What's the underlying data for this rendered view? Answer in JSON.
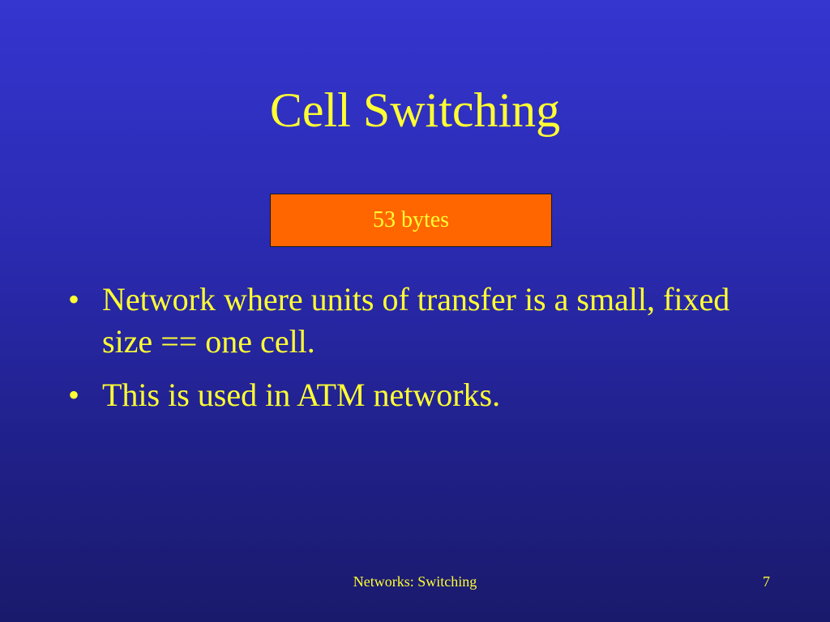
{
  "slide": {
    "title": "Cell Switching",
    "cell_label": "53 bytes",
    "bullet_symbol": "•",
    "bullets": [
      "Network where units of transfer is a small, fixed size == one cell.",
      "This is used in ATM networks."
    ],
    "footer": "Networks: Switching",
    "page_number": "7"
  },
  "colors": {
    "background_top": "#3535d0",
    "background_bottom": "#1a1a6c",
    "text": "#ffff33",
    "cell_box": "#ff6600"
  }
}
